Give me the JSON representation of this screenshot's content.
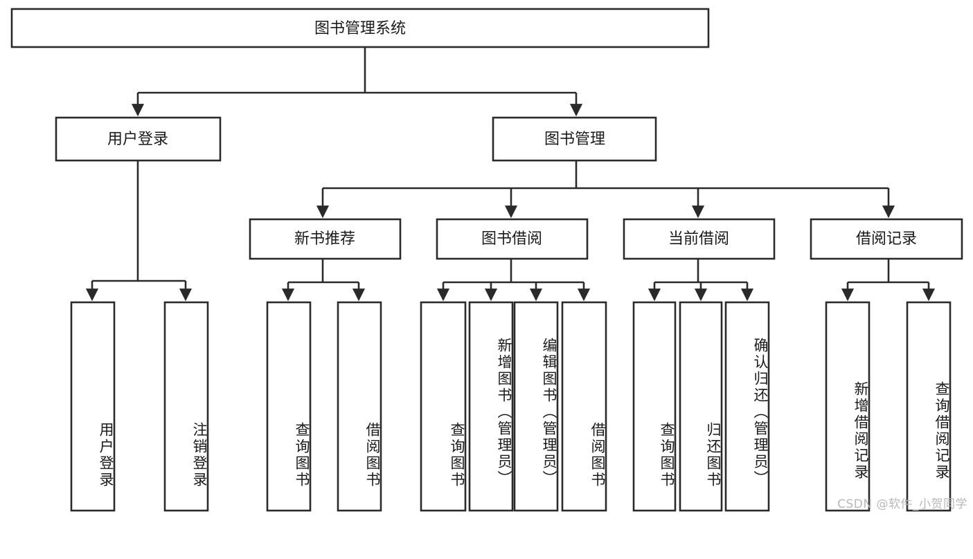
{
  "diagram": {
    "title": "图书管理系统",
    "type": "tree-hierarchy",
    "root": {
      "label": "图书管理系统"
    },
    "level2": [
      {
        "label": "用户登录"
      },
      {
        "label": "图书管理"
      }
    ],
    "level3": [
      {
        "label": "新书推荐"
      },
      {
        "label": "图书借阅"
      },
      {
        "label": "当前借阅"
      },
      {
        "label": "借阅记录"
      }
    ],
    "leaves": [
      {
        "label": "用户登录",
        "parent": "用户登录"
      },
      {
        "label": "注销登录",
        "parent": "用户登录"
      },
      {
        "label": "查询图书",
        "parent": "新书推荐"
      },
      {
        "label": "借阅图书",
        "parent": "新书推荐"
      },
      {
        "label": "查询图书",
        "parent": "图书借阅"
      },
      {
        "label": "新增图书（管理员）",
        "parent": "图书借阅"
      },
      {
        "label": "编辑图书（管理员）",
        "parent": "图书借阅"
      },
      {
        "label": "借阅图书",
        "parent": "图书借阅"
      },
      {
        "label": "查询图书",
        "parent": "当前借阅"
      },
      {
        "label": "归还图书",
        "parent": "当前借阅"
      },
      {
        "label": "确认归还（管理员）",
        "parent": "当前借阅"
      },
      {
        "label": "新增借阅记录",
        "parent": "借阅记录"
      },
      {
        "label": "查询借阅记录",
        "parent": "借阅记录"
      }
    ],
    "colors": {
      "stroke": "#2a2a2a",
      "fill": "#ffffff",
      "text": "#1a1a1a",
      "background": "#ffffff",
      "watermark": "#b8b8b8"
    }
  },
  "watermark": {
    "text": "CSDN @软件_小贺同学"
  }
}
